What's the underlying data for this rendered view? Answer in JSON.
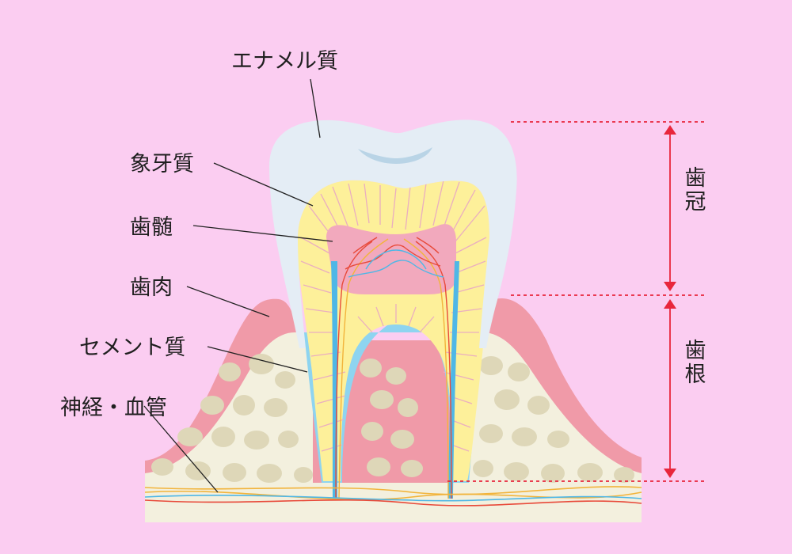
{
  "labels": {
    "enamel": "エナメル質",
    "dentin": "象牙質",
    "pulp": "歯髄",
    "gum": "歯肉",
    "cementum": "セメント質",
    "nerve_vessel": "神経・血管"
  },
  "regions": {
    "crown": "歯冠",
    "root": "歯根"
  },
  "colors": {
    "background": "#fbcdf1",
    "enamel": "#e4edf5",
    "dentin": "#fdf09a",
    "pulp": "#f2a9bd",
    "gum": "#f09aa8",
    "bone": "#f3f0de",
    "cementum": "#8ed4f0",
    "marker": "#e8263c"
  }
}
